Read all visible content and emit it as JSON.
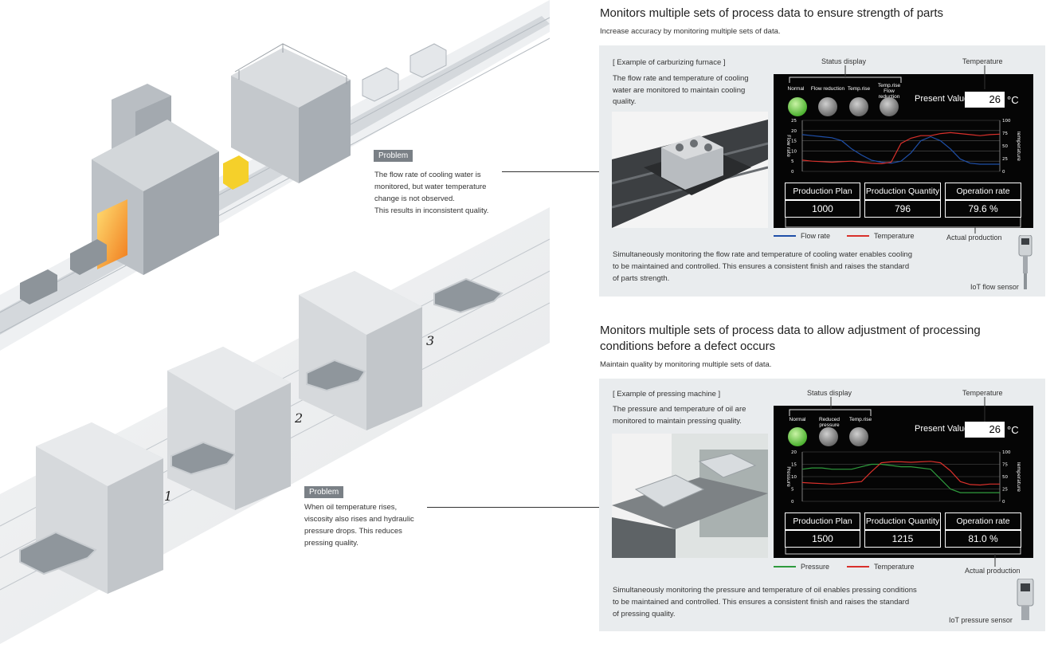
{
  "problems": [
    {
      "tag": "Problem",
      "lines": [
        "The flow rate of cooling water is",
        "monitored, but water temperature",
        "change is not observed.",
        "This results in inconsistent quality."
      ]
    },
    {
      "tag": "Problem",
      "lines": [
        "When oil temperature rises,",
        "viscosity also rises and hydraulic",
        "pressure drops. This reduces",
        "pressing quality."
      ]
    }
  ],
  "machine_numbers": [
    "1",
    "2",
    "3"
  ],
  "sections": [
    {
      "title_lines": [
        "Monitors multiple sets of process data to ensure strength of parts"
      ],
      "subtitle": "Increase accuracy by monitoring multiple sets of data.",
      "example_title": "[ Example of carburizing furnace ]",
      "example_lines": [
        "The flow rate and temperature of cooling",
        "water are monitored to maintain cooling",
        "quality."
      ],
      "status_display_label": "Status display",
      "temperature_label": "Temperature",
      "status_labels": [
        "Normal",
        "Flow reduction",
        "Temp.rise",
        "Temp.rise\nFlow reduction"
      ],
      "active_status": 0,
      "present_value_label": "Present Value",
      "present_value": "26",
      "unit": "°C",
      "axis_left": [
        "25",
        "20",
        "15",
        "10",
        "5",
        "0"
      ],
      "axis_right": [
        "100",
        "75",
        "50",
        "25",
        "0"
      ],
      "axis_left_label": "Flow rate",
      "axis_right_label": "Temperature",
      "kpi_headers": [
        "Production Plan",
        "Production Quantity",
        "Operation rate"
      ],
      "kpi_values": [
        "1000",
        "796",
        "79.6 %"
      ],
      "legend": [
        {
          "name": "Flow rate",
          "color": "#1f4fa8"
        },
        {
          "name": "Temperature",
          "color": "#d9302b"
        }
      ],
      "actual_production_label": "Actual production",
      "footer_lines": [
        "Simultaneously monitoring the flow rate and temperature of cooling water enables cooling",
        "to be maintained and controlled. This ensures a consistent finish and raises the standard",
        "of parts strength."
      ],
      "sensor_label": "IoT flow sensor"
    },
    {
      "title_lines": [
        "Monitors multiple sets of process data to allow adjustment of processing",
        "conditions before a defect occurs"
      ],
      "subtitle": "Maintain quality by monitoring multiple sets of data.",
      "example_title": "[ Example of pressing machine ]",
      "example_lines": [
        "The pressure and temperature of oil are",
        "monitored to maintain pressing quality."
      ],
      "status_display_label": "Status display",
      "temperature_label": "Temperature",
      "status_labels": [
        "Normal",
        "Reduced pressure",
        "Temp.rise"
      ],
      "active_status": 0,
      "present_value_label": "Present Value",
      "present_value": "26",
      "unit": "°C",
      "axis_left": [
        "20",
        "15",
        "10",
        "5",
        "0"
      ],
      "axis_right": [
        "100",
        "75",
        "50",
        "25",
        "0"
      ],
      "axis_left_label": "Pressure",
      "axis_right_label": "Temperature",
      "kpi_headers": [
        "Production Plan",
        "Production Quantity",
        "Operation rate"
      ],
      "kpi_values": [
        "1500",
        "1215",
        "81.0 %"
      ],
      "legend": [
        {
          "name": "Pressure",
          "color": "#2e9b3d"
        },
        {
          "name": "Temperature",
          "color": "#d9302b"
        }
      ],
      "actual_production_label": "Actual production",
      "footer_lines": [
        "Simultaneously monitoring the pressure and temperature of oil enables pressing conditions",
        "to be maintained and controlled. This ensures a consistent finish and raises the standard",
        "of pressing quality."
      ],
      "sensor_label": "IoT pressure sensor"
    }
  ],
  "chart_data": [
    {
      "type": "line",
      "x": [
        0,
        1,
        2,
        3,
        4,
        5,
        6,
        7,
        8,
        9,
        10,
        11,
        12,
        13,
        14,
        15,
        16,
        17,
        18,
        19,
        20
      ],
      "series": [
        {
          "name": "Flow rate",
          "axis": "left",
          "values": [
            18,
            17.5,
            17,
            16.5,
            15,
            11,
            8,
            5.5,
            4.5,
            4,
            5,
            9,
            15,
            17,
            15,
            11,
            6,
            4,
            3.5,
            3.5,
            3.5
          ]
        },
        {
          "name": "Temperature",
          "axis": "right",
          "values": [
            22,
            20,
            19,
            18,
            19,
            20,
            18,
            16,
            15,
            18,
            55,
            65,
            70,
            70,
            74,
            76,
            74,
            72,
            70,
            72,
            73
          ]
        }
      ],
      "xlabel": "",
      "ylabel": "Flow rate",
      "ylim": [
        0,
        25
      ],
      "y2label": "Temperature",
      "y2lim": [
        0,
        100
      ],
      "grid": true
    },
    {
      "type": "line",
      "x": [
        0,
        1,
        2,
        3,
        4,
        5,
        6,
        7,
        8,
        9,
        10,
        11,
        12,
        13,
        14,
        15,
        16,
        17,
        18,
        19,
        20
      ],
      "series": [
        {
          "name": "Pressure",
          "axis": "left",
          "values": [
            13,
            13.5,
            13.5,
            13,
            13,
            13,
            14,
            15,
            15,
            14.5,
            14,
            14,
            13.5,
            13,
            9,
            5,
            3.5,
            3.5,
            3.5,
            3.5,
            3.5
          ]
        },
        {
          "name": "Temperature",
          "axis": "right",
          "values": [
            38,
            37,
            36,
            35,
            36,
            38,
            40,
            60,
            78,
            80,
            80,
            79,
            80,
            81,
            78,
            62,
            40,
            34,
            33,
            35,
            35
          ]
        }
      ],
      "xlabel": "",
      "ylabel": "Pressure",
      "ylim": [
        0,
        20
      ],
      "y2label": "Temperature",
      "y2lim": [
        0,
        100
      ],
      "grid": true
    }
  ]
}
